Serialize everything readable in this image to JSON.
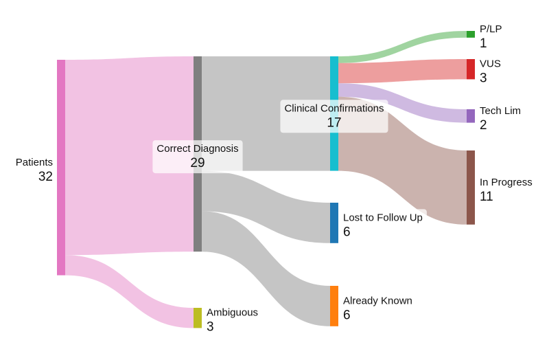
{
  "chart_data": {
    "type": "sankey",
    "nodes": [
      {
        "id": "patients",
        "label": "Patients",
        "value": 32,
        "color": "#e377c2"
      },
      {
        "id": "correct",
        "label": "Correct Diagnosis",
        "value": 29,
        "color": "#7f7f7f"
      },
      {
        "id": "ambiguous",
        "label": "Ambiguous",
        "value": 3,
        "color": "#bcbd22"
      },
      {
        "id": "clinical",
        "label": "Clinical Confirmations",
        "value": 17,
        "color": "#17becf"
      },
      {
        "id": "lost",
        "label": "Lost to Follow Up",
        "value": 6,
        "color": "#1f77b4"
      },
      {
        "id": "known",
        "label": "Already Known",
        "value": 6,
        "color": "#ff7f0e"
      },
      {
        "id": "plp",
        "label": "P/LP",
        "value": 1,
        "color": "#2ca02c"
      },
      {
        "id": "vus",
        "label": "VUS",
        "value": 3,
        "color": "#d62728"
      },
      {
        "id": "techlim",
        "label": "Tech Lim",
        "value": 2,
        "color": "#9467bd"
      },
      {
        "id": "progress",
        "label": "In Progress",
        "value": 11,
        "color": "#8c564b"
      }
    ],
    "links": [
      {
        "source": "patients",
        "target": "correct",
        "value": 29
      },
      {
        "source": "patients",
        "target": "ambiguous",
        "value": 3
      },
      {
        "source": "correct",
        "target": "clinical",
        "value": 17
      },
      {
        "source": "correct",
        "target": "lost",
        "value": 6
      },
      {
        "source": "correct",
        "target": "known",
        "value": 6
      },
      {
        "source": "clinical",
        "target": "plp",
        "value": 1
      },
      {
        "source": "clinical",
        "target": "vus",
        "value": 3
      },
      {
        "source": "clinical",
        "target": "techlim",
        "value": 2
      },
      {
        "source": "clinical",
        "target": "progress",
        "value": 11
      }
    ]
  }
}
